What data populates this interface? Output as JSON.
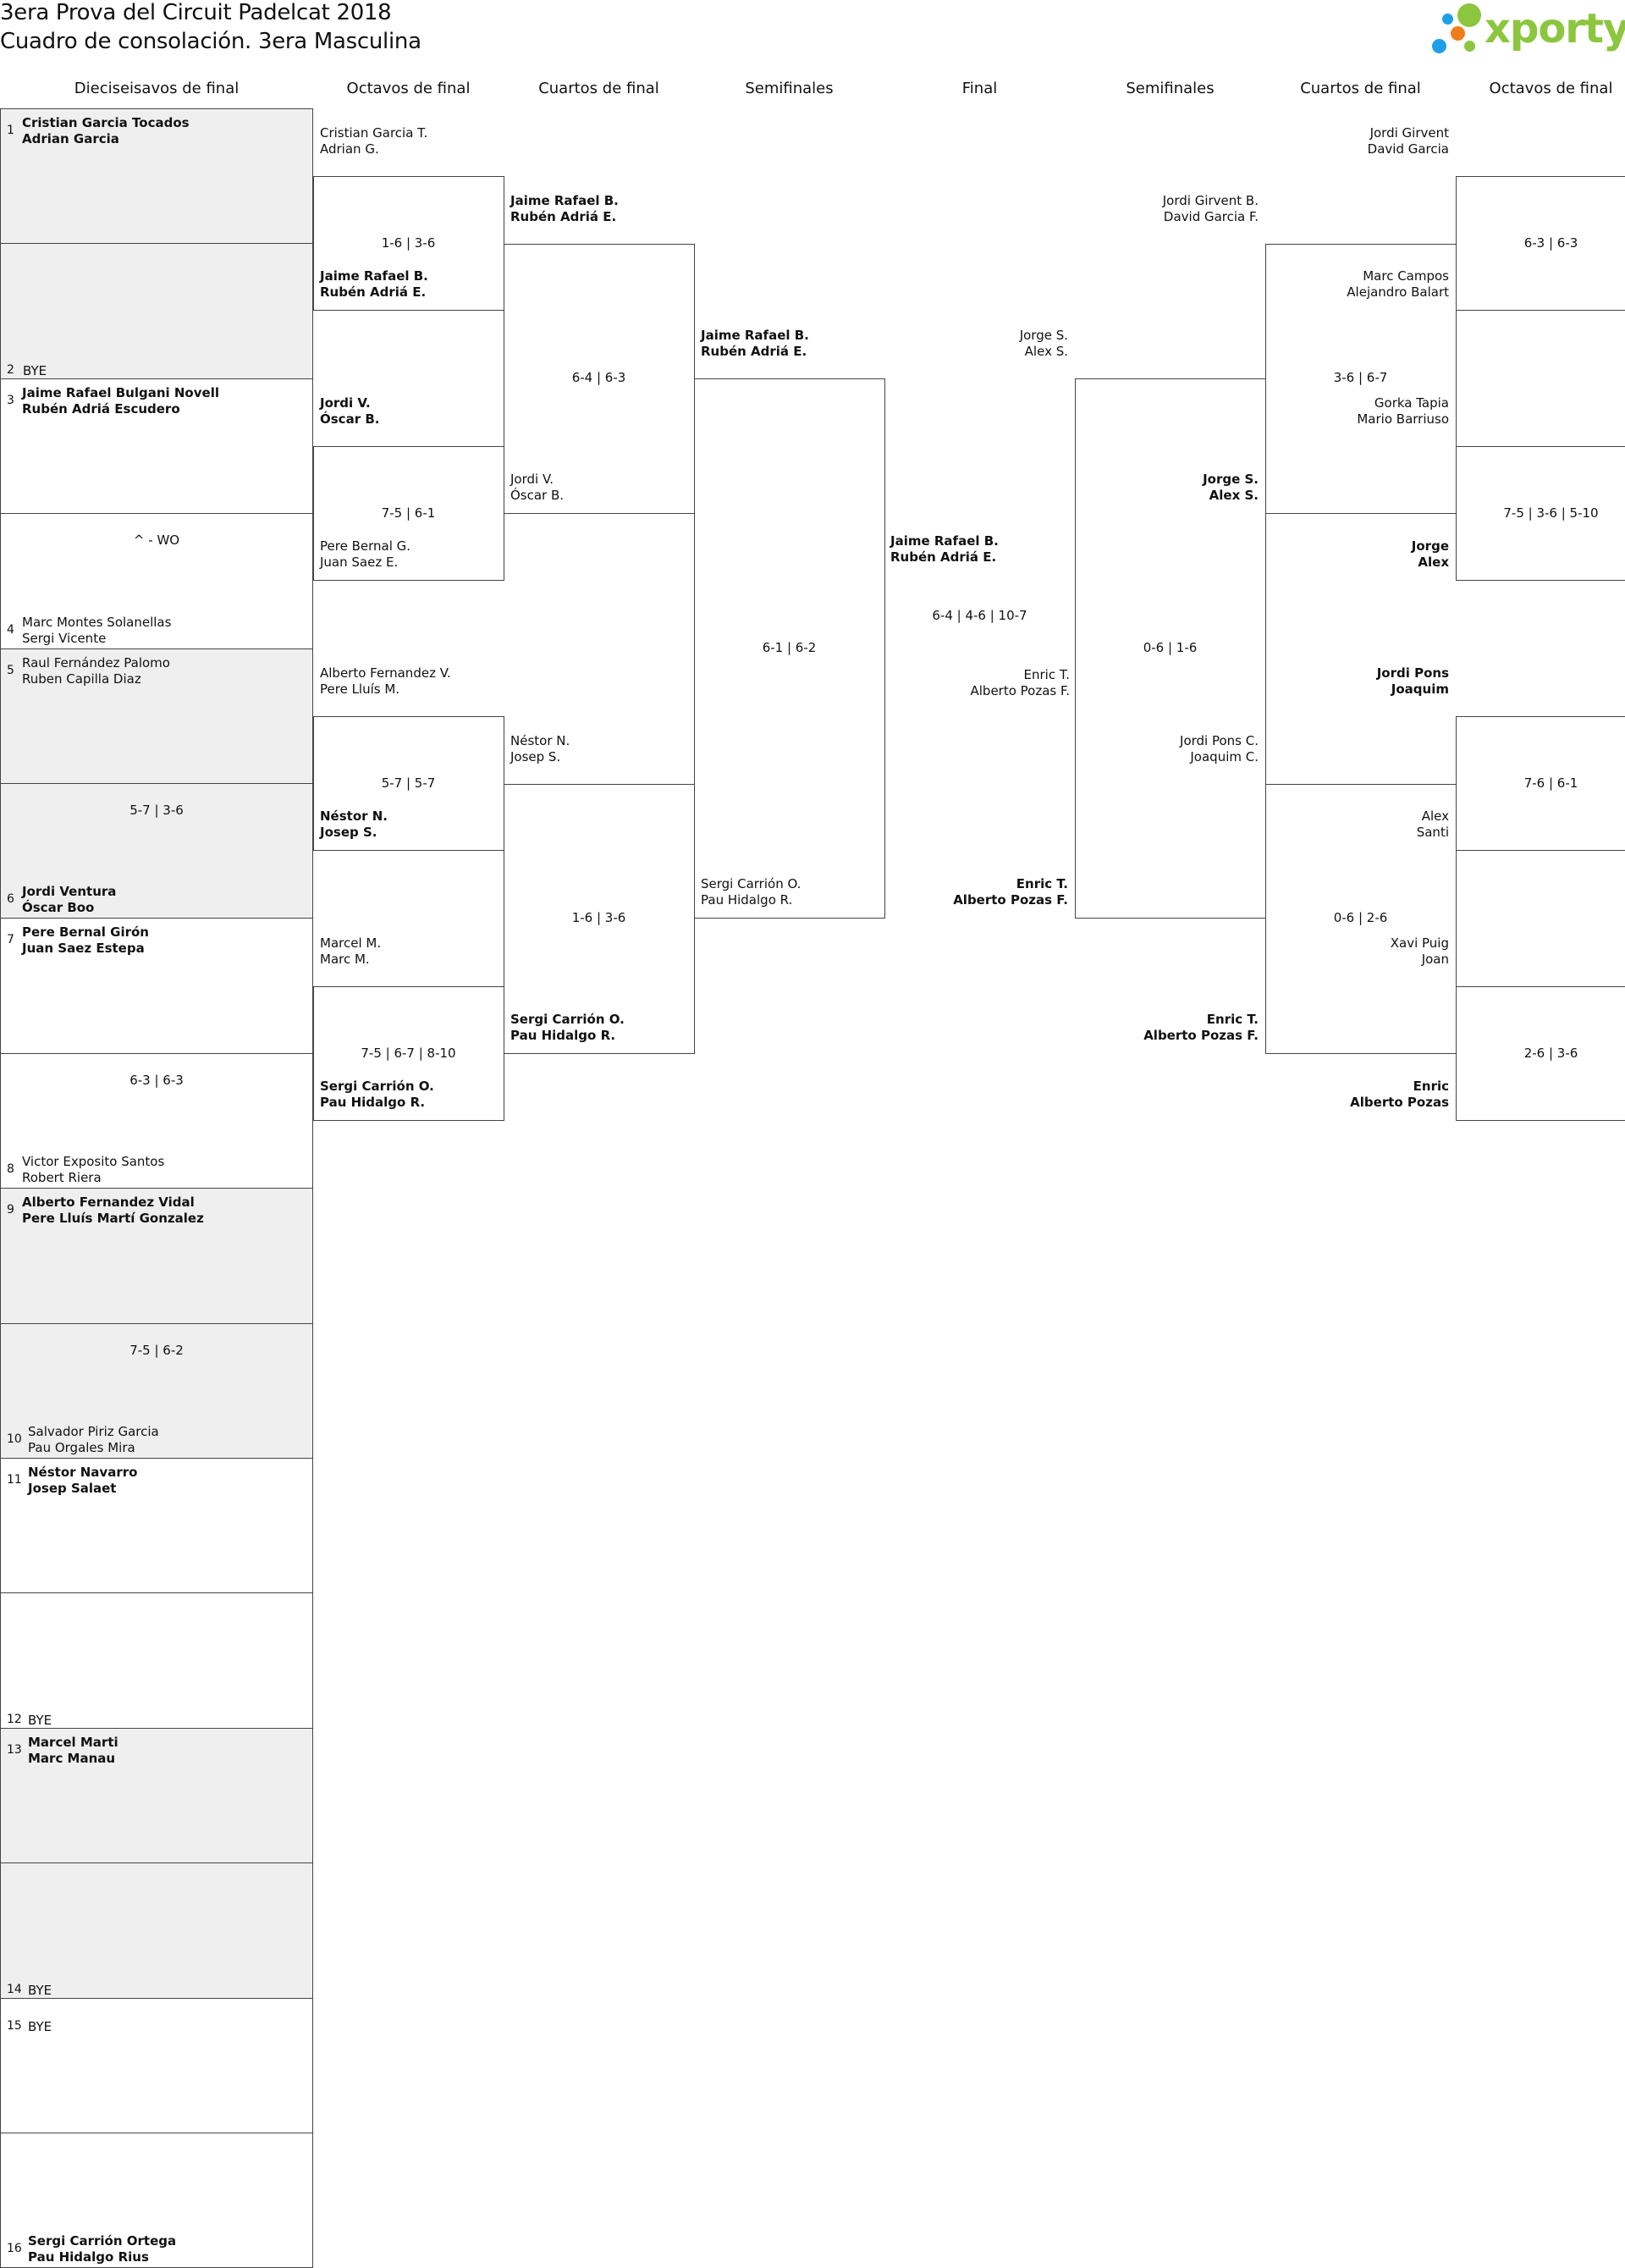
{
  "header": {
    "title": "3era Prova del Circuit Padelcat 2018",
    "subtitle": "Cuadro de consolación. 3era Masculina",
    "logo_text": "xporty",
    "logo_colors": {
      "green": "#8cc63f",
      "orange": "#f07d1b",
      "blue": "#1ea0e6"
    }
  },
  "rounds": [
    "Dieciseisavos de final",
    "Octavos de final",
    "Cuartos de final",
    "Semifinales",
    "Final",
    "Semifinales",
    "Cuartos de final",
    "Octavos de final"
  ],
  "first_round": [
    {
      "top": {
        "seed": "1",
        "p1": "Cristian Garcia Tocados",
        "p2": "Adrian Garcia",
        "winner": true
      },
      "bottom": {
        "seed": "2",
        "bye": "BYE"
      },
      "score": ""
    },
    {
      "top": {
        "seed": "3",
        "p1": "Jaime Rafael Bulgani Novell",
        "p2": "Rubén Adriá Escudero",
        "winner": true
      },
      "bottom": {
        "seed": "4",
        "p1": "Marc Montes Solanellas",
        "p2": "Sergi Vicente",
        "winner": false
      },
      "score": "^ - WO"
    },
    {
      "top": {
        "seed": "5",
        "p1": "Raul Fernández Palomo",
        "p2": "Ruben Capilla Diaz",
        "winner": false
      },
      "bottom": {
        "seed": "6",
        "p1": "Jordi Ventura",
        "p2": "Óscar Boo",
        "winner": true
      },
      "score": "5-7 | 3-6"
    },
    {
      "top": {
        "seed": "7",
        "p1": "Pere Bernal Girón",
        "p2": "Juan Saez Estepa",
        "winner": true
      },
      "bottom": {
        "seed": "8",
        "p1": "Victor Exposito Santos",
        "p2": "Robert Riera",
        "winner": false
      },
      "score": "6-3 | 6-3"
    },
    {
      "top": {
        "seed": "9",
        "p1": "Alberto Fernandez Vidal",
        "p2": "Pere Lluís Martí Gonzalez",
        "winner": true
      },
      "bottom": {
        "seed": "10",
        "p1": "Salvador Piriz Garcia",
        "p2": "Pau Orgales Mira",
        "winner": false
      },
      "score": "7-5 | 6-2"
    },
    {
      "top": {
        "seed": "11",
        "p1": "Néstor Navarro",
        "p2": "Josep Salaet",
        "winner": true
      },
      "bottom": {
        "seed": "12",
        "bye": "BYE"
      },
      "score": ""
    },
    {
      "top": {
        "seed": "13",
        "p1": "Marcel Marti",
        "p2": "Marc Manau",
        "winner": true
      },
      "bottom": {
        "seed": "14",
        "bye": "BYE"
      },
      "score": ""
    },
    {
      "top": {
        "seed": "15",
        "bye": "BYE"
      },
      "bottom": {
        "seed": "16",
        "p1": "Sergi Carrión Ortega",
        "p2": "Pau Hidalgo Rius",
        "winner": true
      },
      "score": ""
    }
  ],
  "left_octavos": [
    {
      "top": {
        "p1": "Cristian Garcia T.",
        "p2": "Adrian G.",
        "winner": false
      },
      "bottom": {
        "p1": "Jaime Rafael B.",
        "p2": "Rubén Adriá E.",
        "winner": true
      },
      "score": "1-6 | 3-6"
    },
    {
      "top": {
        "p1": "Jordi V.",
        "p2": "Óscar B.",
        "winner": true
      },
      "bottom": {
        "p1": "Pere Bernal G.",
        "p2": "Juan Saez E.",
        "winner": false
      },
      "score": "7-5 | 6-1"
    },
    {
      "top": {
        "p1": "Alberto Fernandez V.",
        "p2": "Pere Lluís M.",
        "winner": false
      },
      "bottom": {
        "p1": "Néstor N.",
        "p2": "Josep S.",
        "winner": true
      },
      "score": "5-7 | 5-7"
    },
    {
      "top": {
        "p1": "Marcel M.",
        "p2": "Marc M.",
        "winner": false
      },
      "bottom": {
        "p1": "Sergi Carrión O.",
        "p2": "Pau Hidalgo R.",
        "winner": true
      },
      "score": "7-5 | 6-7 | 8-10"
    }
  ],
  "left_cuartos": [
    {
      "top": {
        "p1": "Jaime Rafael B.",
        "p2": "Rubén Adriá E.",
        "winner": true
      },
      "bottom": {
        "p1": "Jordi V.",
        "p2": "Óscar B.",
        "winner": false
      },
      "score": "6-4 | 6-3"
    },
    {
      "top": {
        "p1": "Néstor N.",
        "p2": "Josep S.",
        "winner": false
      },
      "bottom": {
        "p1": "Sergi Carrión O.",
        "p2": "Pau Hidalgo R.",
        "winner": true
      },
      "score": "1-6 | 3-6"
    }
  ],
  "left_semi": {
    "top": {
      "p1": "Jaime Rafael B.",
      "p2": "Rubén Adriá E.",
      "winner": true
    },
    "bottom": {
      "p1": "Sergi Carrión O.",
      "p2": "Pau Hidalgo R.",
      "winner": false
    },
    "score": "6-1 | 6-2"
  },
  "final": {
    "left": {
      "p1": "Jaime Rafael B.",
      "p2": "Rubén Adriá E.",
      "winner": true
    },
    "right": {
      "p1": "Enric T.",
      "p2": "Alberto Pozas F.",
      "winner": false
    },
    "score": "6-4 | 4-6 | 10-7"
  },
  "right_semi": {
    "top": {
      "p1": "Jorge S.",
      "p2": "Alex S.",
      "winner": false
    },
    "bottom": {
      "p1": "Enric T.",
      "p2": "Alberto Pozas F.",
      "winner": true
    },
    "score": "0-6 | 1-6"
  },
  "right_cuartos": [
    {
      "top": {
        "p1": "Jordi Girvent B.",
        "p2": "David Garcia F.",
        "winner": false
      },
      "bottom": {
        "p1": "Jorge S.",
        "p2": "Alex S.",
        "winner": true
      },
      "score": "3-6 | 6-7"
    },
    {
      "top": {
        "p1": "Jordi Pons C.",
        "p2": "Joaquim C.",
        "winner": false
      },
      "bottom": {
        "p1": "Enric T.",
        "p2": "Alberto Pozas F.",
        "winner": true
      },
      "score": "0-6 | 2-6"
    }
  ],
  "right_octavos": [
    {
      "top": {
        "p1": "Jordi Girvent",
        "p2": "David Garcia",
        "winner": false
      },
      "bottom": {
        "p1": "Marc Campos",
        "p2": "Alejandro Balart",
        "winner": false
      },
      "score": "6-3 | 6-3"
    },
    {
      "top": {
        "p1": "Gorka Tapia",
        "p2": "Mario Barriuso",
        "winner": false
      },
      "bottom": {
        "p1": "Jorge",
        "p2": "Alex",
        "winner": true
      },
      "score": "7-5 | 3-6 | 5-10"
    },
    {
      "top": {
        "p1": "Jordi Pons",
        "p2": "Joaquim",
        "winner": true
      },
      "bottom": {
        "p1": "Alex",
        "p2": "Santi",
        "winner": false
      },
      "score": "7-6 | 6-1"
    },
    {
      "top": {
        "p1": "Xavi Puig",
        "p2": "Joan",
        "winner": false
      },
      "bottom": {
        "p1": "Enric",
        "p2": "Alberto Pozas",
        "winner": true
      },
      "score": "2-6 | 3-6"
    }
  ]
}
